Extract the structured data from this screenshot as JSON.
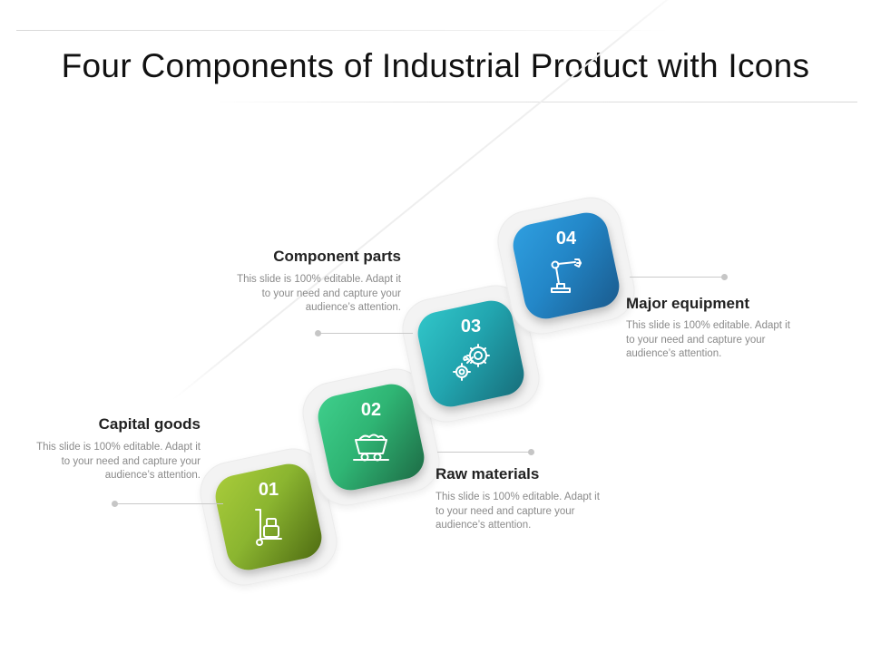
{
  "title": "Four Components of Industrial Product with Icons",
  "steps": [
    {
      "number": "01",
      "label": "Capital goods",
      "description": "This slide is 100% editable. Adapt it to your need and capture your audience’s attention.",
      "icon": "hand-truck-icon",
      "color": "#8bb530"
    },
    {
      "number": "02",
      "label": "Raw materials",
      "description": "This slide is 100% editable. Adapt it to your need and capture your audience’s attention.",
      "icon": "mine-cart-icon",
      "color": "#2fb574"
    },
    {
      "number": "03",
      "label": "Component parts",
      "description": "This slide is 100% editable. Adapt it to your need and capture your audience’s attention.",
      "icon": "gears-wrench-icon",
      "color": "#22a6b0"
    },
    {
      "number": "04",
      "label": "Major equipment",
      "description": "This slide is 100% editable. Adapt it to your need and capture your audience’s attention.",
      "icon": "robotic-arm-icon",
      "color": "#2387c8"
    }
  ]
}
